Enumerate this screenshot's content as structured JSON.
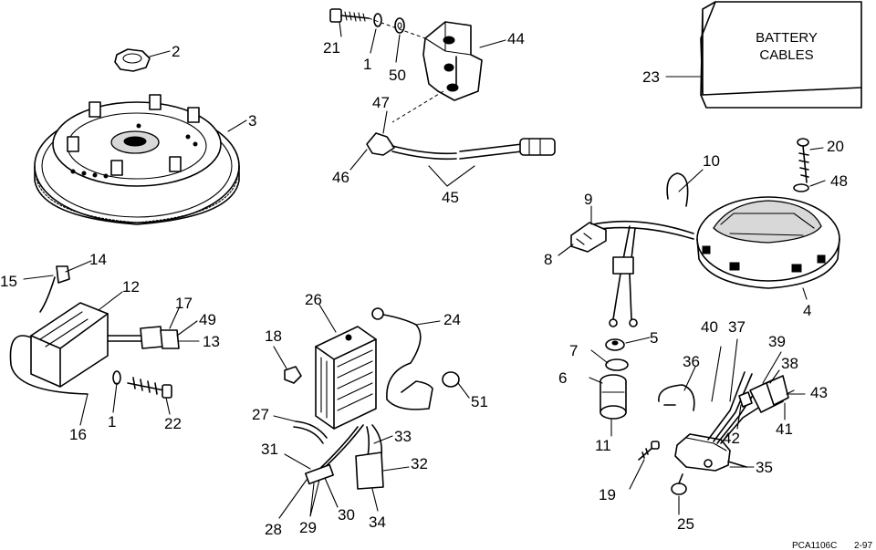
{
  "battery_box": {
    "line1": "BATTERY",
    "line2": "CABLES"
  },
  "footer": {
    "code": "PCA1106C",
    "date": "2-97"
  },
  "callouts": {
    "n1a": "1",
    "n1b": "1",
    "n2": "2",
    "n3": "3",
    "n4": "4",
    "n5": "5",
    "n6": "6",
    "n7": "7",
    "n8": "8",
    "n9": "9",
    "n10": "10",
    "n11": "11",
    "n12": "12",
    "n13": "13",
    "n14": "14",
    "n15": "15",
    "n16": "16",
    "n17": "17",
    "n18": "18",
    "n19": "19",
    "n20": "20",
    "n21": "21",
    "n22": "22",
    "n23": "23",
    "n24": "24",
    "n25": "25",
    "n26": "26",
    "n27": "27",
    "n28": "28",
    "n29": "29",
    "n30": "30",
    "n31": "31",
    "n32": "32",
    "n33": "33",
    "n34": "34",
    "n35": "35",
    "n36": "36",
    "n37": "37",
    "n38": "38",
    "n39": "39",
    "n40": "40",
    "n41": "41",
    "n42": "42",
    "n43": "43",
    "n44": "44",
    "n45": "45",
    "n46": "46",
    "n47": "47",
    "n48": "48",
    "n49": "49",
    "n50": "50",
    "n51": "51"
  }
}
